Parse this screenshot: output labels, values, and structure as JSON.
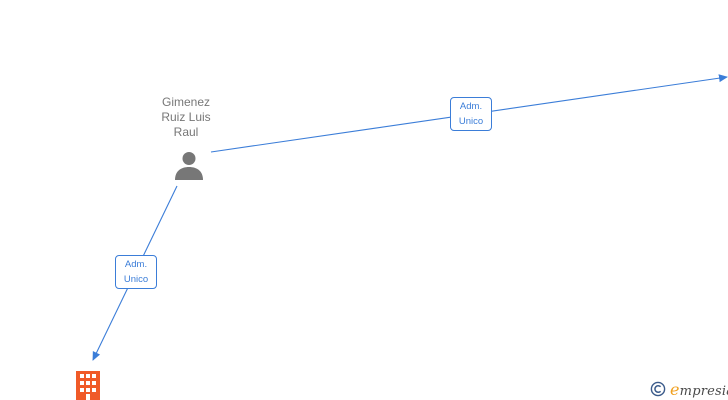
{
  "nodes": {
    "person": {
      "name": "Gimenez\nRuiz Luis\nRaul",
      "icon": "person-icon"
    },
    "company": {
      "icon": "building-icon"
    }
  },
  "edges": [
    {
      "label": "Adm.\nUnico",
      "from": "person",
      "to": "company-offscreen-right"
    },
    {
      "label": "Adm.\nUnico",
      "from": "person",
      "to": "company"
    }
  ],
  "colors": {
    "edge": "#3b7dd8",
    "person": "#777777",
    "company": "#f05a28"
  },
  "brand": {
    "initial": "e",
    "rest": "mpresia",
    "icon": "copyright-icon"
  }
}
